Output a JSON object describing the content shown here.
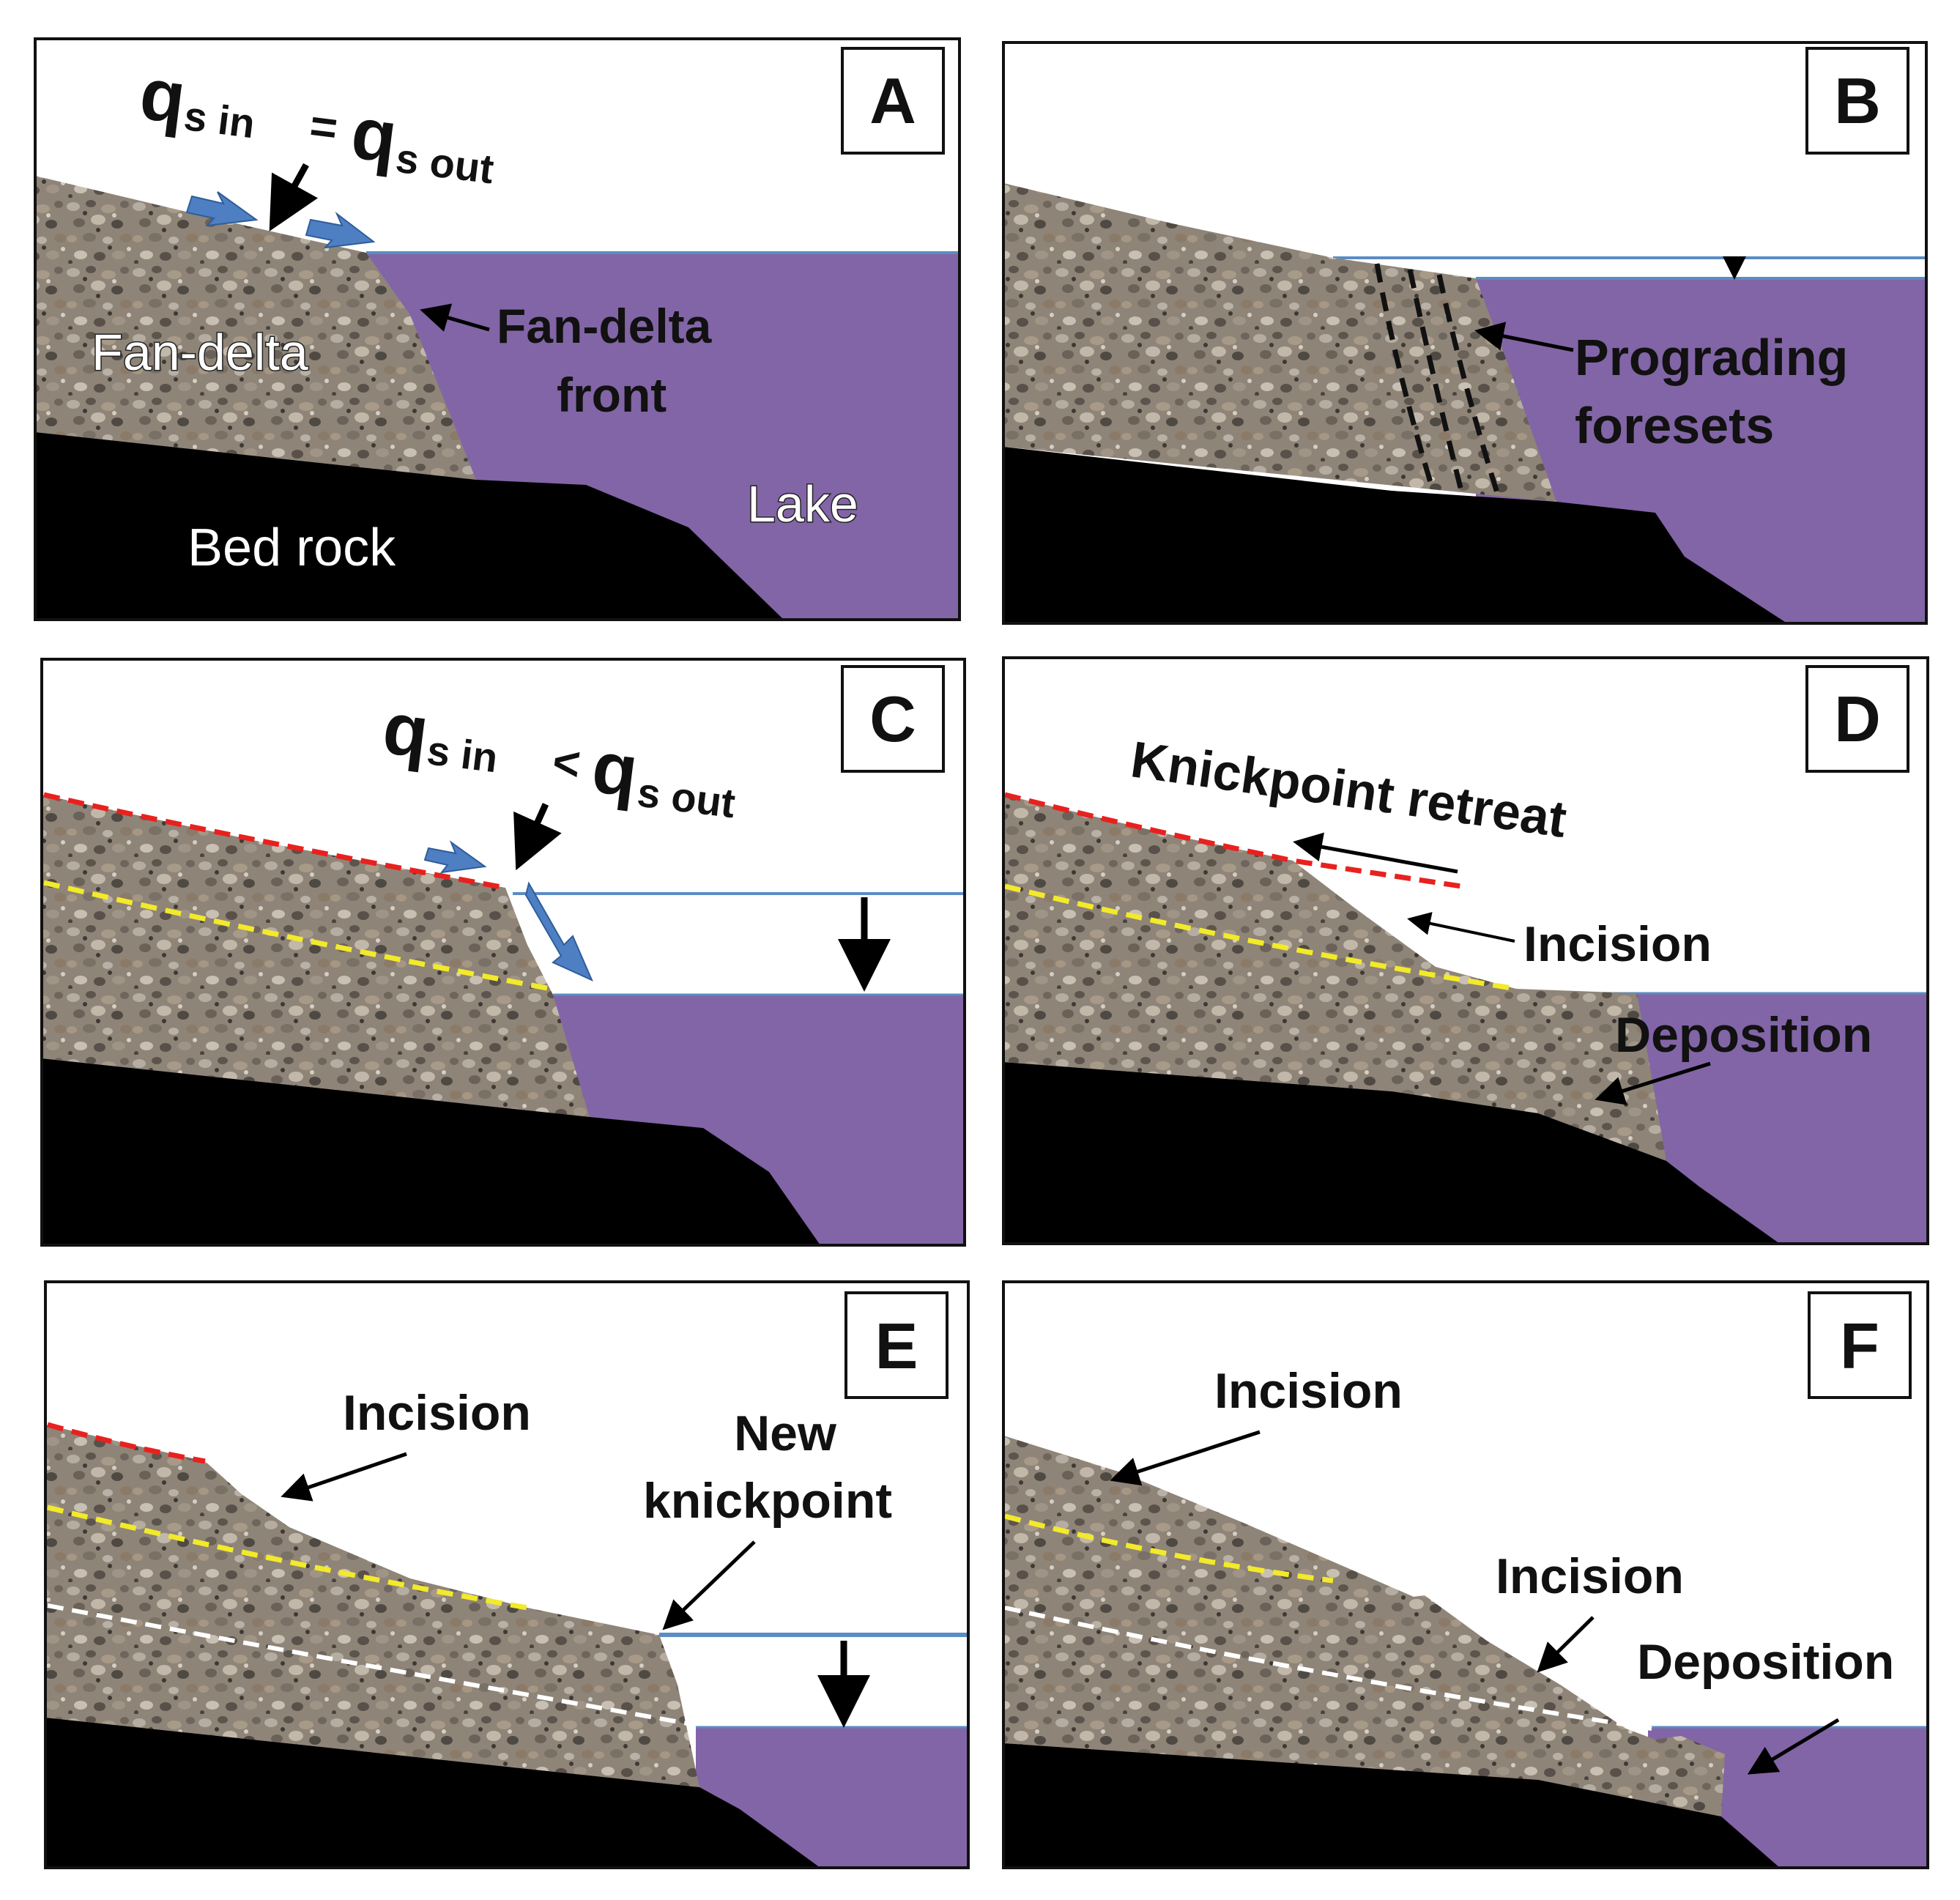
{
  "colors": {
    "lake": "#8265A6",
    "bedrock": "#000000",
    "water_line": "#5B8CC4",
    "flow_arrow": "#4E7FC2",
    "red_dash": "#E8211E",
    "yellow_dash": "#F2EA2A",
    "white_dash": "#FFFFFF",
    "gravel_base": "#8E8478"
  },
  "panels": {
    "A": {
      "letter": "A",
      "flux_q1": "q",
      "flux_s1": "s in",
      "flux_op": "=",
      "flux_q2": "q",
      "flux_s2": "s out",
      "fan_delta": "Fan-delta",
      "front_line1": "Fan-delta",
      "front_line2": "front",
      "lake": "Lake",
      "bedrock": "Bed rock"
    },
    "B": {
      "letter": "B",
      "label_line1": "Prograding",
      "label_line2": "foresets"
    },
    "C": {
      "letter": "C",
      "flux_q1": "q",
      "flux_s1": "s in",
      "flux_op": "<",
      "flux_q2": "q",
      "flux_s2": "s out"
    },
    "D": {
      "letter": "D",
      "knickpoint": "Knickpoint retreat",
      "incision": "Incision",
      "deposition": "Deposition"
    },
    "E": {
      "letter": "E",
      "incision": "Incision",
      "new_line1": "New",
      "new_line2": "knickpoint"
    },
    "F": {
      "letter": "F",
      "incision_upper": "Incision",
      "incision_lower": "Incision",
      "deposition": "Deposition"
    }
  }
}
